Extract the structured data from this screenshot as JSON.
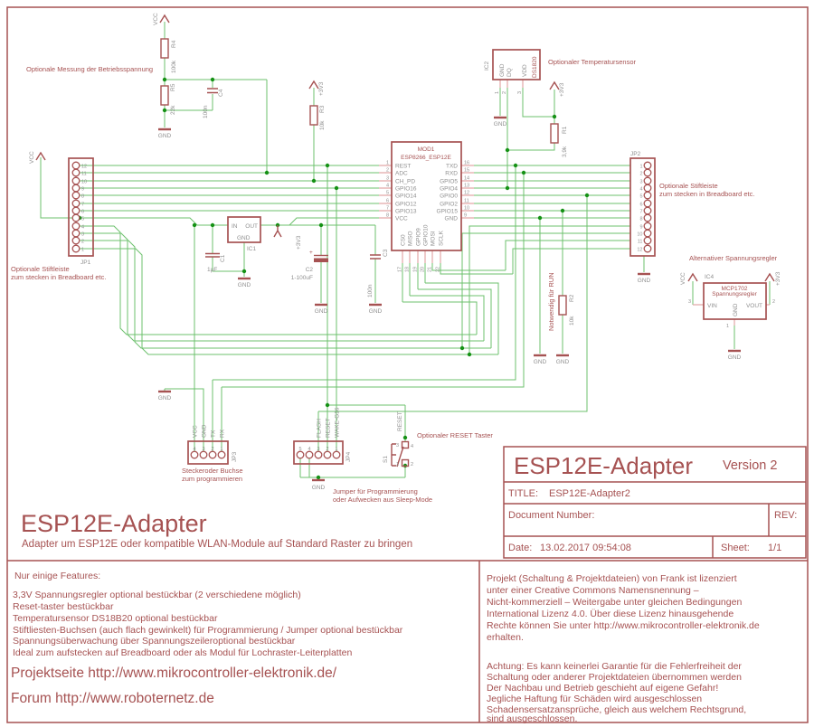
{
  "power": {
    "vcc": "VCC",
    "v33": "+3V3",
    "gnd": "GND"
  },
  "net_labels": {
    "reset": "RESET"
  },
  "notes": {
    "measure": "Optionale Messung der Betriebsspannung",
    "temp": "Optionaler Temperatursensor",
    "jp1_1": "Optionale Stiftleiste",
    "jp1_2": "zum stecken in Breadboard etc.",
    "jp2_1": "Optionale Stiftleiste",
    "jp2_2": "zum stecken in Breadboard etc.",
    "altreg": "Alternativer Spannungsregler",
    "run": "Notwendig für RUN",
    "reset": "Optionaler RESET Taster",
    "jp3_1": "Steckeroder Buchse",
    "jp3_2": "zum  programmieren",
    "jp4_1": "Jumper für Programmierung",
    "jp4_2": "oder Aufwecken aus Sleep-Mode"
  },
  "parts": {
    "r1": {
      "name": "R1",
      "value": "3,9k"
    },
    "r2": {
      "name": "R2",
      "value": "10k"
    },
    "r3": {
      "name": "R3",
      "value": "10k"
    },
    "r4": {
      "name": "R4",
      "value": "100k"
    },
    "r5": {
      "name": "R5",
      "value": "22k"
    },
    "c1": {
      "name": "C1",
      "value": "1µF"
    },
    "c2": {
      "name": "C2",
      "value": "1-100uF",
      "polarity": "+"
    },
    "c3": {
      "name": "C3",
      "value": "100n"
    },
    "c4": {
      "name": "C4",
      "value": "100n"
    },
    "ic1": {
      "name": "IC1",
      "pin_in": "IN",
      "pin_out": "OUT",
      "pin_gnd": "GND"
    },
    "ic2": {
      "name": "IC2",
      "part": "DS1820",
      "pins": [
        "GND",
        "DQ",
        "VDD"
      ],
      "nums": [
        "1",
        "2",
        "3"
      ]
    },
    "ic4": {
      "name": "IC4",
      "part": "MCP1702",
      "subtitle": "Spannungsregler",
      "pin_vin": "VIN",
      "pin_gnd": "GND",
      "pin_vout": "VOUT",
      "num_vin": "3",
      "num_gnd": "1",
      "num_vout": "2"
    },
    "s1": {
      "name": "S1",
      "nums": [
        "3",
        "4",
        "1",
        "2"
      ]
    },
    "jp1": {
      "name": "JP1",
      "pins": [
        "12",
        "11",
        "10",
        "9",
        "8",
        "7",
        "6",
        "5",
        "4",
        "3",
        "2",
        "1"
      ]
    },
    "jp2": {
      "name": "JP2",
      "pins": [
        "1",
        "2",
        "3",
        "4",
        "5",
        "6",
        "7",
        "8",
        "9",
        "10",
        "11",
        "12"
      ]
    },
    "jp3": {
      "name": "JP3",
      "nums": [
        "4",
        "3",
        "2",
        "1"
      ],
      "labels": [
        "VCC",
        "GND",
        "TX",
        "RX"
      ]
    },
    "jp4": {
      "name": "JP4",
      "nums": [
        "5",
        "4",
        "3",
        "2",
        "1"
      ],
      "labels": [
        "FLASH",
        "RESET",
        "WAKE-G16"
      ]
    },
    "module": {
      "name": "MOD1",
      "part": "ESP8266_ESP12E",
      "left": [
        [
          "1",
          "REST"
        ],
        [
          "2",
          "ADC"
        ],
        [
          "3",
          "CH_PD"
        ],
        [
          "4",
          "GPIO16"
        ],
        [
          "5",
          "GPIO14"
        ],
        [
          "6",
          "GPIO12"
        ],
        [
          "7",
          "GPIO13"
        ],
        [
          "8",
          "VCC"
        ]
      ],
      "right": [
        [
          "16",
          "TXD"
        ],
        [
          "15",
          "RXD"
        ],
        [
          "14",
          "GPIO5"
        ],
        [
          "13",
          "GPIO4"
        ],
        [
          "12",
          "GPIO0"
        ],
        [
          "11",
          "GPIO2"
        ],
        [
          "10",
          "GPIO15"
        ],
        [
          "9",
          "GND"
        ]
      ],
      "bottom": [
        [
          "17",
          "CS0"
        ],
        [
          "18",
          "MISO"
        ],
        [
          "19",
          "GPIO9"
        ],
        [
          "20",
          "GPIO10"
        ],
        [
          "21",
          "MOSI"
        ],
        [
          "22",
          "SCLK"
        ]
      ]
    }
  },
  "title_block": {
    "title_large": "ESP12E-Adapter",
    "version": "Version 2",
    "title_label": "TITLE:",
    "title_value": "ESP12E-Adapter2",
    "doc_label": "Document Number:",
    "rev_label": "REV:",
    "date_label": "Date:",
    "date_value": "13.02.2017 09:54:08",
    "sheet_label": "Sheet:",
    "sheet_value": "1/1"
  },
  "footer": {
    "heading": "ESP12E-Adapter",
    "subtitle": "Adapter um ESP12E oder kompatible WLAN-Module auf Standard Raster zu bringen"
  },
  "features": {
    "heading": "Nur einige Features:",
    "items": [
      "3,3V Spannungsregler optional bestückbar (2 verschiedene möglich)",
      "Reset-taster bestückbar",
      "Temperatursensor DS18B20 optional bestückbar",
      "Stiftliesten-Buchsen (auch flach gewinkelt) für Programmierung / Jumper optional  bestückbar",
      "Spannungsüberwachung über Spannungszeileroptional  bestückbar",
      "Ideal zum aufstecken auf Breadboard oder als Modul für Lochraster-Leiterplatten"
    ],
    "project_link": "Projektseite http://www.mikrocontroller-elektronik.de/",
    "forum_link": "Forum http://www.roboternetz.de"
  },
  "license": {
    "para1": [
      "Projekt (Schaltung & Projektdateien) von Frank ist lizenziert",
      "unter einer Creative Commons Namensnennung –",
      "Nicht-kommerziell – Weitergabe unter gleichen Bedingungen",
      "International Lizenz 4.0. Über diese Lizenz hinausgehende",
      "Rechte können Sie unter http://www.mikrocontroller-elektronik.de",
      "erhalten."
    ],
    "para2": [
      "Achtung: Es kann keinerlei Garantie für die Fehlerfreiheit der",
      "Schaltung oder anderer Projektdateien übernommen werden",
      "Der Nachbau und Betrieb geschieht auf eigene Gefahr!",
      "Jegliche Haftung für Schäden wird ausgeschlossen",
      "Schadensersatzansprüche, gleich aus welchem Rechtsgrund,",
      "sind ausgeschlossen."
    ]
  }
}
